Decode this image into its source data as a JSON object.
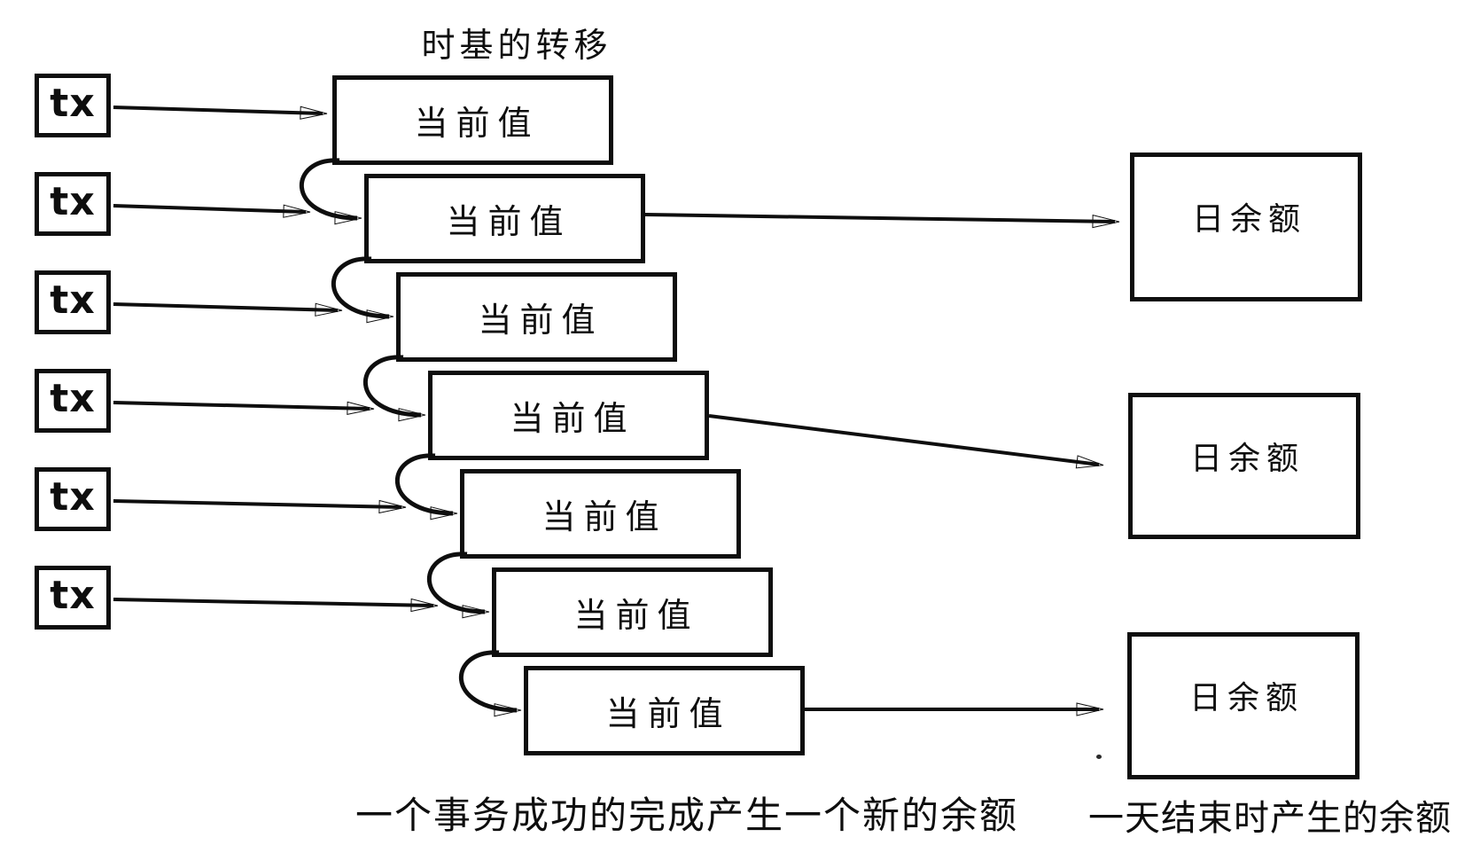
{
  "diagram": {
    "background": "#ffffff",
    "ink": "#0e0e0e",
    "title": "时基的转移",
    "captions": {
      "transaction": "一个事务成功的完成产生一个新的余额",
      "day_end": "一天结束时产生的余额"
    },
    "tx_boxes": [
      {
        "label": "tx"
      },
      {
        "label": "tx"
      },
      {
        "label": "tx"
      },
      {
        "label": "tx"
      },
      {
        "label": "tx"
      },
      {
        "label": "tx"
      }
    ],
    "current_value_boxes": [
      {
        "label": "当前值"
      },
      {
        "label": "当前值"
      },
      {
        "label": "当前值"
      },
      {
        "label": "当前值"
      },
      {
        "label": "当前值"
      },
      {
        "label": "当前值"
      },
      {
        "label": "当前值"
      }
    ],
    "daily_balance_boxes": [
      {
        "label": "日余额"
      },
      {
        "label": "日余额"
      },
      {
        "label": "日余额"
      }
    ]
  }
}
